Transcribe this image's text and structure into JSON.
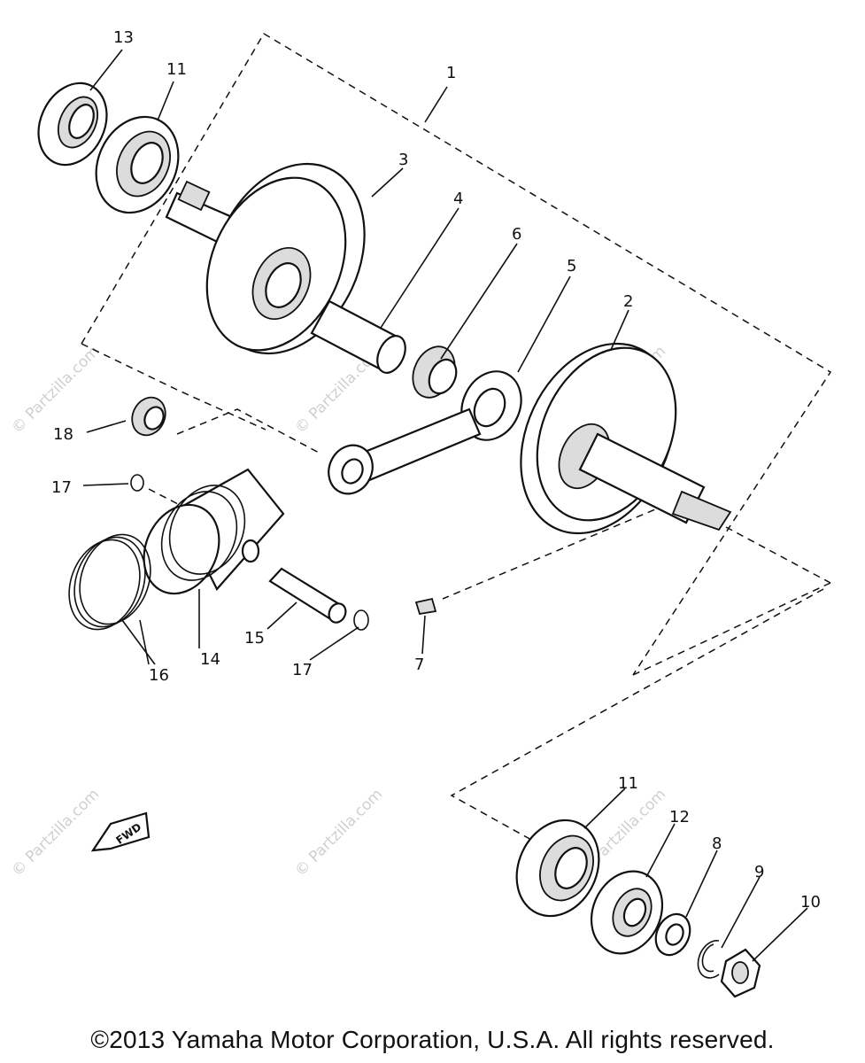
{
  "diagram": {
    "callouts": [
      {
        "id": "c1",
        "text": "1"
      },
      {
        "id": "c2",
        "text": "2"
      },
      {
        "id": "c3",
        "text": "3"
      },
      {
        "id": "c4",
        "text": "4"
      },
      {
        "id": "c5",
        "text": "5"
      },
      {
        "id": "c6",
        "text": "6"
      },
      {
        "id": "c7",
        "text": "7"
      },
      {
        "id": "c8",
        "text": "8"
      },
      {
        "id": "c9",
        "text": "9"
      },
      {
        "id": "c10",
        "text": "10"
      },
      {
        "id": "c11a",
        "text": "11"
      },
      {
        "id": "c11b",
        "text": "11"
      },
      {
        "id": "c12",
        "text": "12"
      },
      {
        "id": "c13",
        "text": "13"
      },
      {
        "id": "c14",
        "text": "14"
      },
      {
        "id": "c15",
        "text": "15"
      },
      {
        "id": "c16",
        "text": "16"
      },
      {
        "id": "c17a",
        "text": "17"
      },
      {
        "id": "c17b",
        "text": "17"
      },
      {
        "id": "c18",
        "text": "18"
      }
    ],
    "fwd_label": "FWD",
    "watermark": "© Partzilla.com"
  },
  "footer": {
    "copyright": "©2013  Yamaha Motor Corporation, U.S.A. All rights reserved."
  }
}
